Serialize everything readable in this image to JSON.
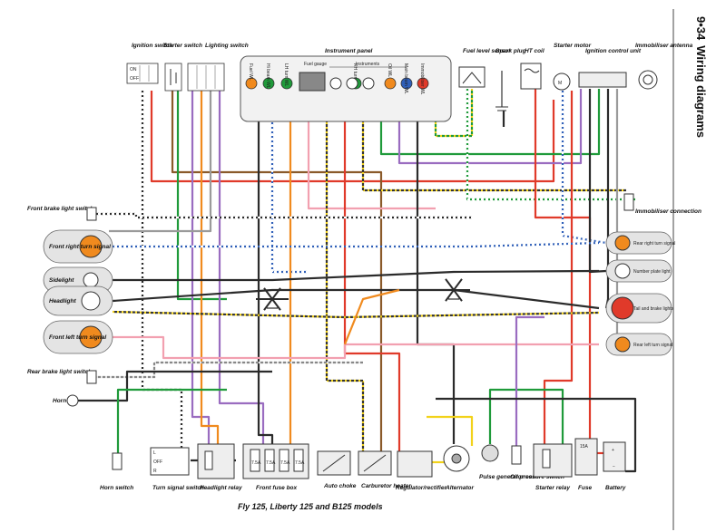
{
  "page_header": {
    "page_number": "9•34",
    "section": "Wiring diagrams"
  },
  "caption": "Fly 125, Liberty 125 and B125 models",
  "top_components": {
    "ignition_switch": "Ignition switch",
    "starter_switch": "Starter switch",
    "lighting_switch": "Lighting switch",
    "instrument_panel": "Instrument panel",
    "instruments": "Instruments",
    "fuel_gauge": "Fuel gauge",
    "fuel_level_sensor": "Fuel level sensor",
    "spark_plug": "Spark plug",
    "ht_coil": "HT coil",
    "starter_motor": "Starter motor",
    "ignition_control_unit": "Ignition control unit",
    "immobiliser_antenna": "Immobiliser antenna"
  },
  "panel_lamps": [
    "Fuel WL",
    "Hi beam WL",
    "LH turn WL",
    "RH turn WL",
    "Oil WL",
    "Main beam WL",
    "Immobiliser WL"
  ],
  "ignition_positions": [
    "ON",
    "OFF"
  ],
  "turn_positions": [
    "L",
    "OFF",
    "R"
  ],
  "left_components": {
    "front_brake_light_switch": "Front brake light switch",
    "front_right_turn_signal": "Front right turn signal",
    "sidelight": "Sidelight",
    "headlight": "Headlight",
    "front_left_turn_signal": "Front left turn signal",
    "rear_brake_light_switch": "Rear brake light switch",
    "horn": "Horn"
  },
  "right_components": {
    "immobiliser_connection": "Immobiliser connection",
    "rear_right_turn_signal": "Rear right turn signal",
    "number_plate_light": "Number plate light",
    "tail_and_brake_lights": "Tail and brake lights",
    "rear_left_turn_signal": "Rear left turn signal"
  },
  "bottom_components": {
    "horn_switch": "Horn switch",
    "turn_signal_switch": "Turn signal switch",
    "headlight_relay": "Headlight relay",
    "front_fuse_box": "Front fuse box",
    "auto_choke": "Auto choke",
    "carburetor_heater": "Carburetor heater",
    "regulator_rectifier": "Regulator/rectifier",
    "alternator": "Alternator",
    "pulse_generator_coil": "Pulse generator coil",
    "oil_pressure_switch": "Oil pressure switch",
    "starter_relay": "Starter relay",
    "fuse": "Fuse",
    "battery": "Battery"
  },
  "fuse_ratings": [
    "7.5A",
    "7.5A",
    "7.5A",
    "7.5A"
  ],
  "main_fuse_rating": "15A",
  "wire_colors": {
    "red": "#e03a2a",
    "orange": "#f08a1e",
    "yellow": "#f2d21a",
    "green": "#1f9a3a",
    "blue": "#2f5fb8",
    "violet": "#9a6cc0",
    "brown": "#8a5a2a",
    "black": "#2b2b2b",
    "white": "#e6e6e6",
    "pink": "#f2a0b0",
    "grey": "#9a9a9a",
    "lightblue": "#6cb8e8"
  }
}
